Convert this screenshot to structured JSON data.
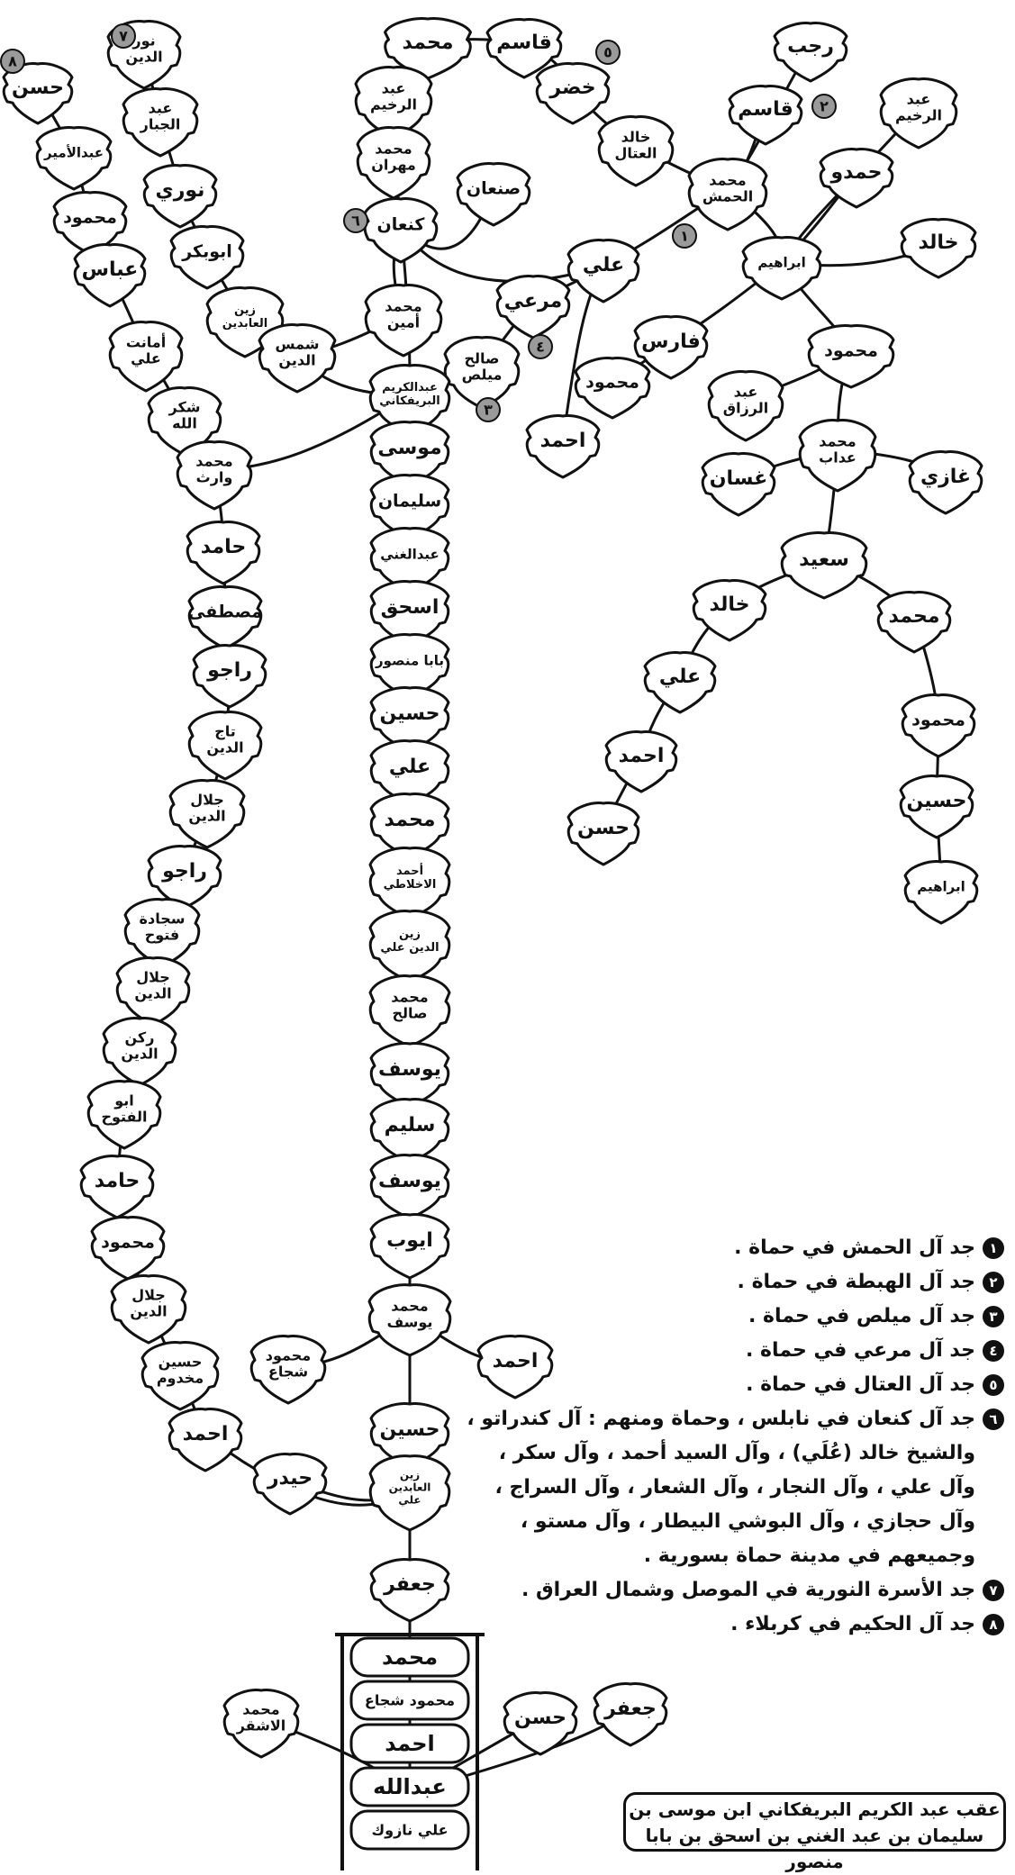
{
  "leaves": [
    {
      "id": "l-rajab",
      "text": "رجب",
      "lines": [
        "رجب"
      ]
    },
    {
      "id": "l-muhammad-top",
      "text": "محمد",
      "lines": [
        "محمد"
      ]
    },
    {
      "id": "l-qasim-top",
      "text": "قاسم",
      "lines": [
        "قاسم"
      ]
    },
    {
      "id": "l-khidr",
      "text": "خضر",
      "lines": [
        "خضر"
      ]
    },
    {
      "id": "l-qasim2",
      "text": "قاسم",
      "lines": [
        "قاسم"
      ]
    },
    {
      "id": "l-abdulrahim-r",
      "text": "عبد الرخيم",
      "lines": [
        "عبد",
        "الرخيم"
      ]
    },
    {
      "id": "l-abdulrahim",
      "text": "عبد الرخيم",
      "lines": [
        "عبد",
        "الرخيم"
      ]
    },
    {
      "id": "l-khalid-attal",
      "text": "خالد العتال",
      "lines": [
        "خالد",
        "العتال"
      ]
    },
    {
      "id": "l-hamdu",
      "text": "حمدو",
      "lines": [
        "حمدو"
      ]
    },
    {
      "id": "l-muhammad-mehran",
      "text": "محمد مهران",
      "lines": [
        "محمد",
        "مهران"
      ]
    },
    {
      "id": "l-muhammad-hamsh",
      "text": "محمد الحمش",
      "lines": [
        "محمد",
        "الحمش"
      ]
    },
    {
      "id": "l-san-an",
      "text": "صنعان",
      "lines": [
        "صنعان"
      ]
    },
    {
      "id": "l-kanaan",
      "text": "كنعان",
      "lines": [
        "كنعان"
      ]
    },
    {
      "id": "l-khalid-r",
      "text": "خالد",
      "lines": [
        "خالد"
      ]
    },
    {
      "id": "l-ibrahim",
      "text": "ابراهيم",
      "lines": [
        "ابراهيم"
      ]
    },
    {
      "id": "l-ali-r",
      "text": "علي",
      "lines": [
        "علي"
      ]
    },
    {
      "id": "l-marai",
      "text": "مرعي",
      "lines": [
        "مرعي"
      ]
    },
    {
      "id": "l-muhammad-amin",
      "text": "محمد أمين",
      "lines": [
        "محمد",
        "أمين"
      ]
    },
    {
      "id": "l-faris",
      "text": "فارس",
      "lines": [
        "فارس"
      ]
    },
    {
      "id": "l-mahmud-r",
      "text": "محمود",
      "lines": [
        "محمود"
      ]
    },
    {
      "id": "l-salih-mibless",
      "text": "صالح ميلص",
      "lines": [
        "صالح",
        "ميلص"
      ]
    },
    {
      "id": "l-mahmud-r2",
      "text": "محمود",
      "lines": [
        "محمود"
      ]
    },
    {
      "id": "l-abdulrazzaq",
      "text": "عبد الرزاق",
      "lines": [
        "عبد",
        "الرزاق"
      ]
    },
    {
      "id": "l-ahmad-r",
      "text": "احمد",
      "lines": [
        "احمد"
      ]
    },
    {
      "id": "l-muhammad-addab",
      "text": "محمد عداب",
      "lines": [
        "محمد",
        "عداب"
      ]
    },
    {
      "id": "l-ghassan",
      "text": "غسان",
      "lines": [
        "غسان"
      ]
    },
    {
      "id": "l-ghazi",
      "text": "غازي",
      "lines": [
        "غازي"
      ]
    },
    {
      "id": "l-said",
      "text": "سعيد",
      "lines": [
        "سعيد"
      ]
    },
    {
      "id": "l-khalid-r2",
      "text": "خالد",
      "lines": [
        "خالد"
      ]
    },
    {
      "id": "l-muhammad-r3",
      "text": "محمد",
      "lines": [
        "محمد"
      ]
    },
    {
      "id": "l-ali-r2",
      "text": "علي",
      "lines": [
        "علي"
      ]
    },
    {
      "id": "l-mahmud-r3",
      "text": "محمود",
      "lines": [
        "محمود"
      ]
    },
    {
      "id": "l-ahmad-r2",
      "text": "احمد",
      "lines": [
        "احمد"
      ]
    },
    {
      "id": "l-husayn-r",
      "text": "حسين",
      "lines": [
        "حسين"
      ]
    },
    {
      "id": "l-hasan-r",
      "text": "حسن",
      "lines": [
        "حسن"
      ]
    },
    {
      "id": "l-ibrahim-r2",
      "text": "ابراهيم",
      "lines": [
        "ابراهيم"
      ]
    },
    {
      "id": "l-nuruddin",
      "text": "نور الدين",
      "lines": [
        "نور",
        "الدين"
      ]
    },
    {
      "id": "l-hasan-l",
      "text": "حسن",
      "lines": [
        "حسن"
      ]
    },
    {
      "id": "l-abduljabbar",
      "text": "عبد الجبار",
      "lines": [
        "عبد",
        "الجبار"
      ]
    },
    {
      "id": "l-abdulamir",
      "text": "عبدالأمير",
      "lines": [
        "عبدالأمير"
      ]
    },
    {
      "id": "l-nuri",
      "text": "نوري",
      "lines": [
        "نوري"
      ]
    },
    {
      "id": "l-mahmud-l",
      "text": "محمود",
      "lines": [
        "محمود"
      ]
    },
    {
      "id": "l-abubakr",
      "text": "ابوبكر",
      "lines": [
        "ابوبكر"
      ]
    },
    {
      "id": "l-abbas",
      "text": "عباس",
      "lines": [
        "عباس"
      ]
    },
    {
      "id": "l-zainulabidin",
      "text": "زين العابدين",
      "lines": [
        "زين",
        "العابدين"
      ]
    },
    {
      "id": "l-amanat-ali",
      "text": "أمانت علي",
      "lines": [
        "أمانت",
        "علي"
      ]
    },
    {
      "id": "l-shamsuddin",
      "text": "شمس الدين",
      "lines": [
        "شمس",
        "الدين"
      ]
    },
    {
      "id": "l-shukrullah",
      "text": "شكر الله",
      "lines": [
        "شكر",
        "الله"
      ]
    },
    {
      "id": "l-muhammad-warith",
      "text": "محمد وارث",
      "lines": [
        "محمد",
        "وارث"
      ]
    },
    {
      "id": "l-hamid-l",
      "text": "حامد",
      "lines": [
        "حامد"
      ]
    },
    {
      "id": "l-mustafa",
      "text": "مصطفى",
      "lines": [
        "مصطفى"
      ]
    },
    {
      "id": "l-raju",
      "text": "راجو",
      "lines": [
        "راجو"
      ]
    },
    {
      "id": "l-tajuddin",
      "text": "تاج الدين",
      "lines": [
        "تاج",
        "الدين"
      ]
    },
    {
      "id": "l-jalaluddin",
      "text": "جلال الدين",
      "lines": [
        "جلال",
        "الدين"
      ]
    },
    {
      "id": "l-raju2",
      "text": "راجو",
      "lines": [
        "راجو"
      ]
    },
    {
      "id": "l-sajjada-futuh",
      "text": "سجادة فتوح",
      "lines": [
        "سجادة",
        "فتوح"
      ]
    },
    {
      "id": "l-jalaluddin2",
      "text": "جلال الدين",
      "lines": [
        "جلال",
        "الدين"
      ]
    },
    {
      "id": "l-ruknuddin",
      "text": "ركن الدين",
      "lines": [
        "ركن",
        "الدين"
      ]
    },
    {
      "id": "l-abulfutuh",
      "text": "ابو الفتوح",
      "lines": [
        "ابو",
        "الفتوح"
      ]
    },
    {
      "id": "l-hamid-l2",
      "text": "حامد",
      "lines": [
        "حامد"
      ]
    },
    {
      "id": "l-mahmud-l2",
      "text": "محمود",
      "lines": [
        "محمود"
      ]
    },
    {
      "id": "l-jalaluddin3",
      "text": "جلال الدين",
      "lines": [
        "جلال",
        "الدين"
      ]
    },
    {
      "id": "l-husayn-makhdum",
      "text": "حسين مخدوم",
      "lines": [
        "حسين",
        "مخدوم"
      ]
    },
    {
      "id": "l-ahmad-l",
      "text": "احمد",
      "lines": [
        "احمد"
      ]
    },
    {
      "id": "l-haydar",
      "text": "حيدر",
      "lines": [
        "حيدر"
      ]
    },
    {
      "id": "t-abdulkarim",
      "text": "عبدالكريم البريفكاني",
      "lines": [
        "عبدالكريم",
        "البريفكاني"
      ]
    },
    {
      "id": "t-musa",
      "text": "موسى",
      "lines": [
        "موسى"
      ]
    },
    {
      "id": "t-sulayman",
      "text": "سليمان",
      "lines": [
        "سليمان"
      ]
    },
    {
      "id": "t-abdulghani",
      "text": "عبدالغني",
      "lines": [
        "عبدالغني"
      ]
    },
    {
      "id": "t-ishaq",
      "text": "اسحق",
      "lines": [
        "اسحق"
      ]
    },
    {
      "id": "t-baba-mansur",
      "text": "بابا منصور",
      "lines": [
        "بابا منصور"
      ]
    },
    {
      "id": "t-husayn",
      "text": "حسين",
      "lines": [
        "حسين"
      ]
    },
    {
      "id": "t-ali",
      "text": "علي",
      "lines": [
        "علي"
      ]
    },
    {
      "id": "t-muhammad",
      "text": "محمد",
      "lines": [
        "محمد"
      ]
    },
    {
      "id": "t-ahmad-akhlati",
      "text": "أحمد الاخلاطي",
      "lines": [
        "أحمد",
        "الاخلاطي"
      ]
    },
    {
      "id": "t-zainuddin-ali",
      "text": "زين الدين علي",
      "lines": [
        "زين",
        "الدين علي"
      ]
    },
    {
      "id": "t-muhammad-salih",
      "text": "محمد صالح",
      "lines": [
        "محمد",
        "صالح"
      ]
    },
    {
      "id": "t-yusuf",
      "text": "يوسف",
      "lines": [
        "يوسف"
      ]
    },
    {
      "id": "t-salim",
      "text": "سليم",
      "lines": [
        "سليم"
      ]
    },
    {
      "id": "t-yusuf2",
      "text": "يوسف",
      "lines": [
        "يوسف"
      ]
    },
    {
      "id": "t-ayyub",
      "text": "ايوب",
      "lines": [
        "ايوب"
      ]
    },
    {
      "id": "t-muhammad-yusuf",
      "text": "محمد يوسف",
      "lines": [
        "محمد",
        "يوسف"
      ]
    },
    {
      "id": "t-mahmud-shuja",
      "text": "محمود شجاع",
      "lines": [
        "محمود",
        "شجاع"
      ]
    },
    {
      "id": "t-ahmad-side",
      "text": "احمد",
      "lines": [
        "احمد"
      ]
    },
    {
      "id": "t-husayn2",
      "text": "حسين",
      "lines": [
        "حسين"
      ]
    },
    {
      "id": "t-zainulabidin-ali",
      "text": "زين العابدين علي",
      "lines": [
        "زين",
        "العابدين",
        "علي"
      ]
    },
    {
      "id": "t-jafar",
      "text": "جعفر",
      "lines": [
        "جعفر"
      ]
    },
    {
      "id": "b-muhammad-ashqar",
      "text": "محمد الاشقر",
      "lines": [
        "محمد",
        "الاشقر"
      ]
    },
    {
      "id": "b-hasan",
      "text": "حسن",
      "lines": [
        "حسن"
      ]
    },
    {
      "id": "b-jafar",
      "text": "جعفر",
      "lines": [
        "جعفر"
      ]
    }
  ],
  "roots": [
    "محمد",
    "محمود شجاع",
    "احمد",
    "عبدالله",
    "علي نازوك"
  ],
  "badges": [
    {
      "id": "bd-1a",
      "num": "١"
    },
    {
      "id": "bd-2",
      "num": "٢"
    },
    {
      "id": "bd-3",
      "num": "٣"
    },
    {
      "id": "bd-4",
      "num": "٤"
    },
    {
      "id": "bd-5",
      "num": "٥"
    },
    {
      "id": "bd-6",
      "num": "٦"
    },
    {
      "id": "bd-7",
      "num": "٧"
    },
    {
      "id": "bd-8",
      "num": "٨"
    }
  ],
  "legend": [
    {
      "num": "١",
      "lines": [
        "جد آل الحمش في حماة ."
      ]
    },
    {
      "num": "٢",
      "lines": [
        "جد آل الهبطة في حماة ."
      ]
    },
    {
      "num": "٣",
      "lines": [
        "جد آل ميلص في حماة ."
      ]
    },
    {
      "num": "٤",
      "lines": [
        "جد آل مرعي في حماة ."
      ]
    },
    {
      "num": "٥",
      "lines": [
        "جد آل العتال في حماة ."
      ]
    },
    {
      "num": "٦",
      "lines": [
        "جد آل كنعان في نابلس ، وحماة ومنهم : آل كندراتو ،",
        "والشيخ خالد (عُلَي) ، وآل السيد أحمد ، وآل سكر ،",
        "وآل علي ، وآل النجار ، وآل الشعار ، وآل السراج ،",
        "وآل حجازي ، وآل البوشي البيطار ، وآل مستو ،",
        "وجميعهم في مدينة حماة بسورية ."
      ]
    },
    {
      "num": "٧",
      "lines": [
        "جد الأسرة النورية في الموصل وشمال العراق ."
      ]
    },
    {
      "num": "٨",
      "lines": [
        "جد آل الحكيم في كربلاء ."
      ]
    }
  ],
  "footnote": [
    "عقب عبد الكريم البريفكاني ابن موسى بن",
    "سليمان بن عبد الغني بن اسحق بن بابا منصور"
  ]
}
